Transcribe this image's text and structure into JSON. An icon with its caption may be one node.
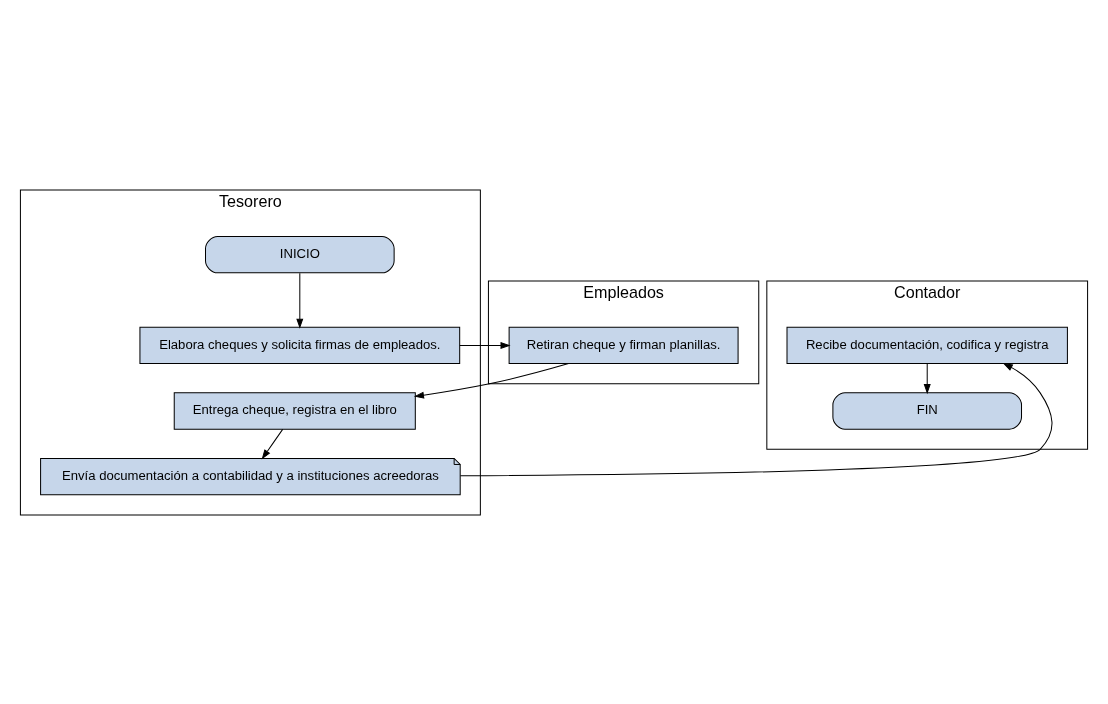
{
  "diagram": {
    "nodes": [
      {
        "text": [
          "Tesorero"
        ]
      },
      {
        "text": [
          "INICIO"
        ],
        "in": 0
      },
      {
        "text": [
          "Elabora cheques y solicita firmas de empleados."
        ],
        "in": 0
      },
      {
        "text": [
          "Entrega cheque, registra en el libro"
        ],
        "in": 0
      },
      {
        "text": [
          "Envía documentación a contabilidad y a instituciones acreedoras"
        ],
        "in": 0
      },
      {
        "text": [
          "Empleados"
        ]
      },
      {
        "text": [
          "Retiran cheque y firman planillas."
        ],
        "in": 5
      },
      {
        "text": [
          "Contador"
        ]
      },
      {
        "text": [
          "Recibe documentación, codifica y registra"
        ],
        "in": 7
      },
      {
        "text": [
          "FIN"
        ],
        "in": 7
      }
    ],
    "edges": [
      {
        "from": 1,
        "to": 2,
        "arrow": "to"
      },
      {
        "from": 2,
        "to": 6,
        "arrow": "to"
      },
      {
        "from": 6,
        "to": 3,
        "arrow": "to"
      },
      {
        "from": 3,
        "to": 4,
        "arrow": "to"
      },
      {
        "from": 4,
        "to": 8,
        "arrow": "to"
      },
      {
        "from": 8,
        "to": 9,
        "arrow": "to"
      }
    ]
  }
}
